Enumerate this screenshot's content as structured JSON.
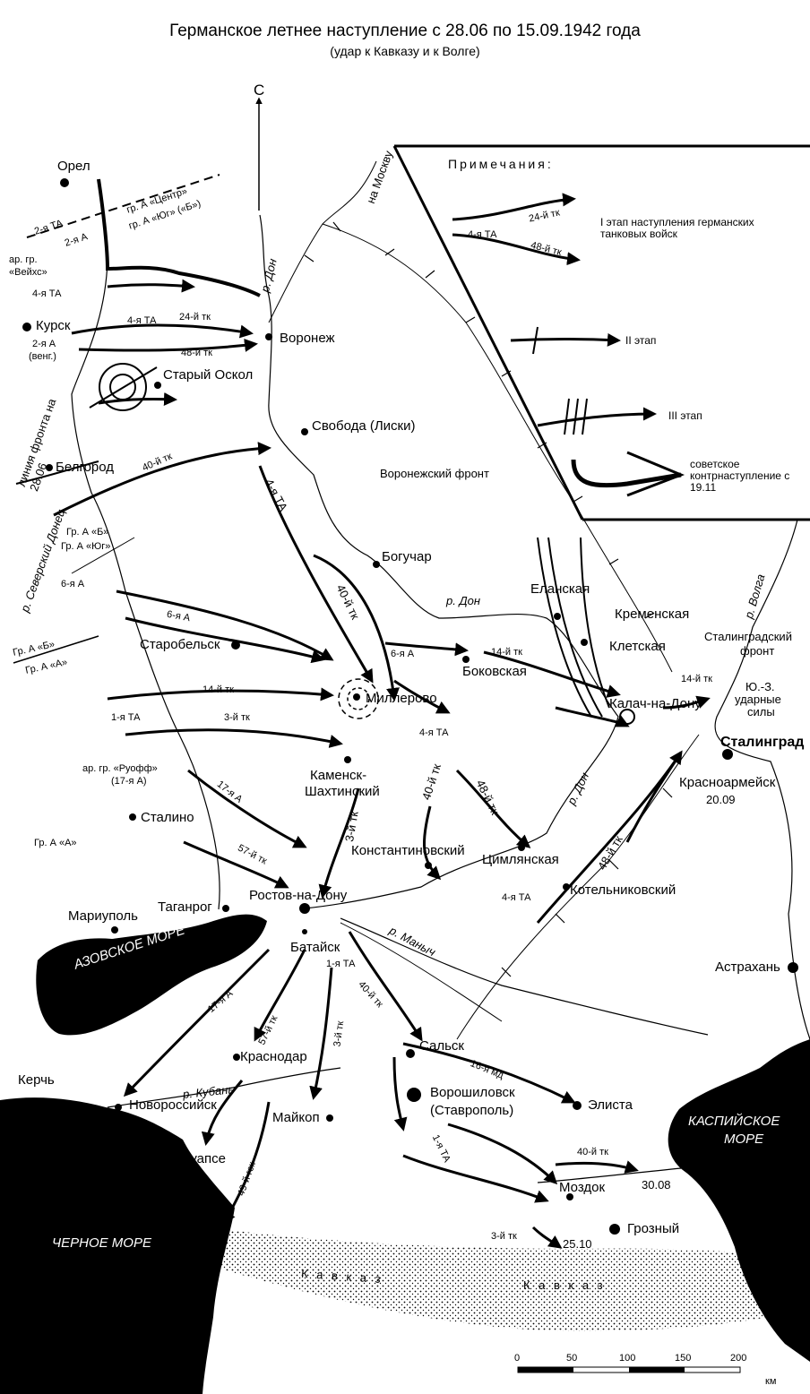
{
  "title": "Германское летнее наступление с 28.06 по 15.09.1942 года",
  "subtitle": "(удар к Кавказу и к Волге)",
  "north": "С",
  "legend": {
    "heading": "Примечания:",
    "items": [
      {
        "text": "I этап наступления германских танковых войск",
        "arrow_labels": [
          "24-й тк",
          "4-я ТА",
          "48-й тк"
        ]
      },
      {
        "text": "II этап"
      },
      {
        "text": "III этап"
      },
      {
        "text": "советское контрнаступление с 19.11"
      }
    ]
  },
  "seas": {
    "azov": "АЗОВСКОЕ МОРЕ",
    "black": "ЧЕРНОЕ МОРЕ",
    "caspian_1": "КАСПИЙСКОЕ",
    "caspian_2": "МОРЕ"
  },
  "rivers": {
    "don_north": "р. Дон",
    "don_middle": "р. Дон",
    "don_south": "р. Дон",
    "volga": "р. Волга",
    "donets": "р. Северский Донец",
    "manych": "р. Маныч",
    "kuban": "р. Кубань"
  },
  "to_moscow": "на Москву",
  "front_line": "линия фронта на 28.06",
  "cities": {
    "orel": "Орел",
    "kursk": "Курск",
    "voronezh": "Воронеж",
    "stary_oskol": "Старый Оскол",
    "svoboda": "Свобода (Лиски)",
    "belgorod": "Белгород",
    "boguchar": "Богучар",
    "elanskaya": "Еланская",
    "kremenskaya": "Кременская",
    "kletskaya": "Клетская",
    "starobelsk": "Старобельск",
    "millerovo": "Миллерово",
    "bokovskaya": "Боковская",
    "kalach": "Калач-на-Дону",
    "stalingrad": "Сталинград",
    "krasnoarmeysk": "Красноармейск",
    "krasnoarmeysk_date": "20.09",
    "kamensk_1": "Каменск-",
    "kamensk_2": "Шахтинский",
    "stalino": "Сталино",
    "konstantinovsky": "Константиновский",
    "tsimlyanskaya": "Цимлянская",
    "kotelnikovsky": "Котельниковский",
    "rostov": "Ростов-на-Дону",
    "taganrog": "Таганрог",
    "mariupol": "Мариуполь",
    "bataysk": "Батайск",
    "astrakhan": "Астрахань",
    "salsk": "Сальск",
    "elista": "Элиста",
    "voroshilovsk_1": "Ворошиловск",
    "voroshilovsk_2": "(Ставрополь)",
    "krasnodar": "Краснодар",
    "maykop": "Майкоп",
    "kerch": "Керчь",
    "novorossiysk": "Новороссийск",
    "tuapse": "Туапсе",
    "mozdok": "Моздок",
    "mozdok_date": "30.08",
    "grozny": "Грозный",
    "grozny_date": "25.10"
  },
  "fronts": {
    "voronezh_front": "Воронежский фронт",
    "stalingrad_front_1": "Сталинградский",
    "stalingrad_front_2": "фронт",
    "sw_1": "Ю.-З.",
    "sw_2": "ударные",
    "sw_3": "силы"
  },
  "army_groups": {
    "center": "гр. А «Центр»",
    "south_top": "гр. А «Юг» («Б»)",
    "weichs_1": "ар. гр.",
    "weichs_2": "«Вейхс»",
    "b": "Гр. А «Б»",
    "yug": "Гр. А «Юг»",
    "b2": "Гр. А «Б»",
    "a_left": "Гр. А «А»",
    "a_west": "Гр. А «А»",
    "ruoff_1": "ар. гр. «Руофф»",
    "ruoff_2": "(17-я А)"
  },
  "units": {
    "ta2": "2-я ТА",
    "a2_top": "2-я А",
    "ta4_left": "4-я ТА",
    "a2_hung_1": "2-я А",
    "a2_hung_2": "(венг.)",
    "ta4_arrow": "4-я ТА",
    "tk24": "24-й тк",
    "tk48": "48-й тк",
    "tk40_belgorod": "40-й тк",
    "ta4_diag": "4-я ТА",
    "tk40_mid": "40-й тк",
    "a6_left": "6-я А",
    "a6_mid": "6-я А",
    "a6_right": "6-я А",
    "tk14_right": "14-й тк",
    "tk14_left": "14-й тк",
    "tk3_left": "3-й тк",
    "ta1_left": "1-я ТА",
    "ta4_south": "4-я ТА",
    "tk40_south": "40-й тк",
    "tk48_south": "48-й тк",
    "tk3_diag": "3-й тк",
    "a17_diag": "17-я А",
    "tk57_diag": "57-й тк",
    "ta4_kotel": "4-я ТА",
    "tk48_kotel": "48-й тк",
    "tk14_stal": "14-й тк",
    "ta1_bataysk": "1-я ТА",
    "tk40_sals": "40-й тк",
    "md16": "16-я мд",
    "a17_kuban": "17-я А",
    "tk57_kuban": "57-й тк",
    "tk3_kuban": "3-й тк",
    "gsk49": "49-й гск",
    "ta1_caucasus": "1-я ТА",
    "tk40_mozdok": "40-й тк",
    "tk3_grozny": "3-й тк"
  },
  "mountains": {
    "kavkaz_1": "К а в к а з",
    "kavkaz_2": "К а в к а з"
  },
  "scale": {
    "ticks": [
      "0",
      "50",
      "100",
      "150",
      "200"
    ],
    "unit": "км"
  }
}
